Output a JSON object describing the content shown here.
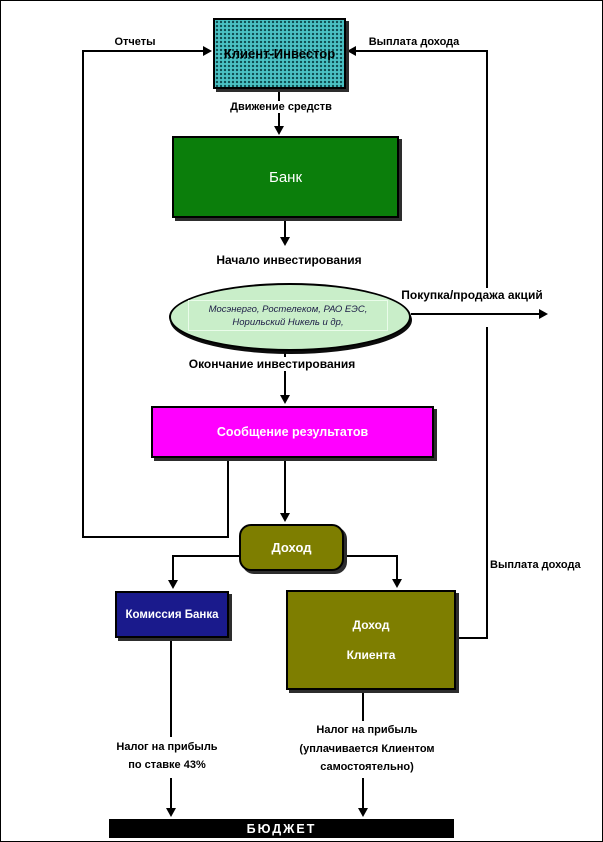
{
  "page": {
    "background": "#ffffff",
    "border_color": "#000000"
  },
  "colors": {
    "client_fill": "#4ac2c4",
    "client_dots": "#0f4c50",
    "bank_fill": "#0b7e0b",
    "market_fill": "#c9eec9",
    "results_fill": "#ff00ff",
    "income_fill": "#7e7e00",
    "bank_fee_fill": "#1a1a8c",
    "client_income_fill": "#7e7e00",
    "budget_fill": "#000000",
    "line_color": "#000000"
  },
  "nodes": {
    "client": {
      "label": "Клиент-Инвестор"
    },
    "bank": {
      "label": "Банк"
    },
    "market": {
      "line1": "Мосэнерго, Ростелеком, РАО ЕЭС,",
      "line2": "Норильский Никель и др,"
    },
    "results": {
      "label": "Сообщение результатов"
    },
    "income": {
      "label": "Доход"
    },
    "bank_fee": {
      "label": "Комиссия Банка"
    },
    "client_income": {
      "line1": "Доход",
      "line2": "Клиента"
    },
    "budget": {
      "label": "БЮДЖЕТ"
    }
  },
  "edge_labels": {
    "reports": "Отчеты",
    "income_payment_top": "Выплата дохода",
    "funds_movement": "Движение средств",
    "investment_start": "Начало инвестирования",
    "buy_sell_shares": "Покупка/продажа акций",
    "investment_end": "Окончание инвестирования",
    "income_payment_right": "Выплата дохода",
    "tax_left": {
      "line1": "Налог на прибыль",
      "line2": "по ставке 43%"
    },
    "tax_right": {
      "line1": "Налог на прибыль",
      "line2": "(уплачивается Клиентом",
      "line3": "самостоятельно)"
    }
  }
}
